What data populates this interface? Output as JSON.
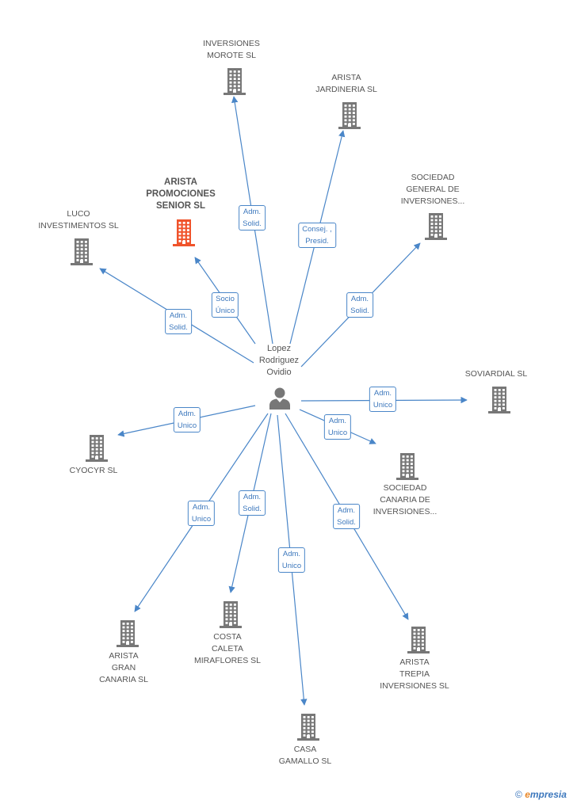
{
  "center": {
    "label": "Lopez\nRodriguez\nOvidio",
    "icon": "person-icon"
  },
  "colors": {
    "edge": "#4a86c8",
    "building": "#777777",
    "focus_building": "#f0532b",
    "label_text": "#555555"
  },
  "nodes": [
    {
      "id": "inversiones-morote",
      "label": "INVERSIONES\nMOROTE SL",
      "focus": false,
      "relation": "Adm.\nSolid."
    },
    {
      "id": "arista-jardineria",
      "label": "ARISTA\nJARDINERIA SL",
      "focus": false,
      "relation": "Consej. ,\nPresid."
    },
    {
      "id": "sociedad-general",
      "label": "SOCIEDAD\nGENERAL DE\nINVERSIONES...",
      "focus": false,
      "relation": "Adm.\nSolid."
    },
    {
      "id": "arista-promociones",
      "label": "ARISTA\nPROMOCIONES\nSENIOR SL",
      "focus": true,
      "relation": "Socio\nÚnico"
    },
    {
      "id": "luco",
      "label": "LUCO\nINVESTIMENTOS SL",
      "focus": false,
      "relation": "Adm.\nSolid."
    },
    {
      "id": "soviardial",
      "label": "SOVIARDIAL SL",
      "focus": false,
      "relation": "Adm.\nUnico"
    },
    {
      "id": "cyocyr",
      "label": "CYOCYR SL",
      "focus": false,
      "relation": "Adm.\nUnico"
    },
    {
      "id": "sociedad-canaria",
      "label": "SOCIEDAD\nCANARIA DE\nINVERSIONES...",
      "focus": false,
      "relation": "Adm.\nUnico"
    },
    {
      "id": "arista-gran-canaria",
      "label": "ARISTA\nGRAN\nCANARIA SL",
      "focus": false,
      "relation": "Adm.\nUnico"
    },
    {
      "id": "costa-caleta",
      "label": "COSTA\nCALETA\nMIRAFLORES  SL",
      "focus": false,
      "relation": "Adm.\nSolid."
    },
    {
      "id": "casa-gamallo",
      "label": "CASA\nGAMALLO SL",
      "focus": false,
      "relation": "Adm.\nUnico"
    },
    {
      "id": "arista-trepia",
      "label": "ARISTA\nTREPIA\nINVERSIONES SL",
      "focus": false,
      "relation": "Adm.\nSolid."
    }
  ],
  "brand": {
    "copyright": "©",
    "initial": "e",
    "rest": "mpresia"
  }
}
